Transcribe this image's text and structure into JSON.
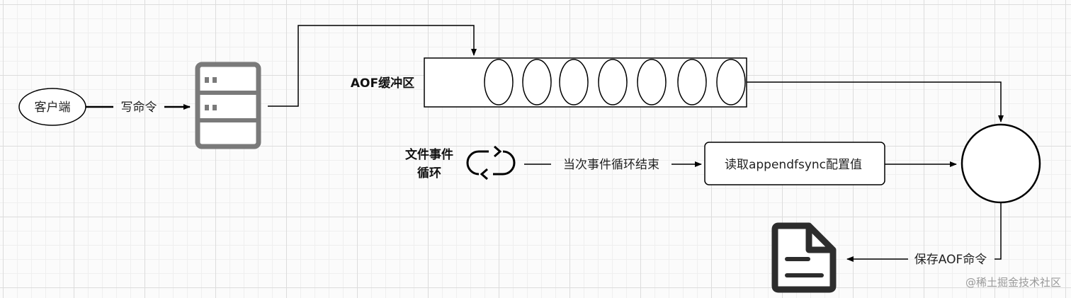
{
  "nodes": {
    "client": "客户端",
    "aof_buffer": "AOF缓冲区",
    "file_event_loop": [
      "文件事件",
      "循环"
    ],
    "read_config": "读取appendfsync配置值"
  },
  "edges": {
    "write_command": "写命令",
    "event_loop_end": "当次事件循环结束",
    "save_aof": "保存AOF命令"
  },
  "watermark": "@稀土掘金技术社区",
  "icons": {
    "server": "server-rack-icon",
    "loop": "refresh-cycle-icon",
    "file": "document-file-icon"
  },
  "colors": {
    "stroke": "#000000",
    "server_gray": "#7a7a7a",
    "file_dark": "#2d2d2d"
  }
}
